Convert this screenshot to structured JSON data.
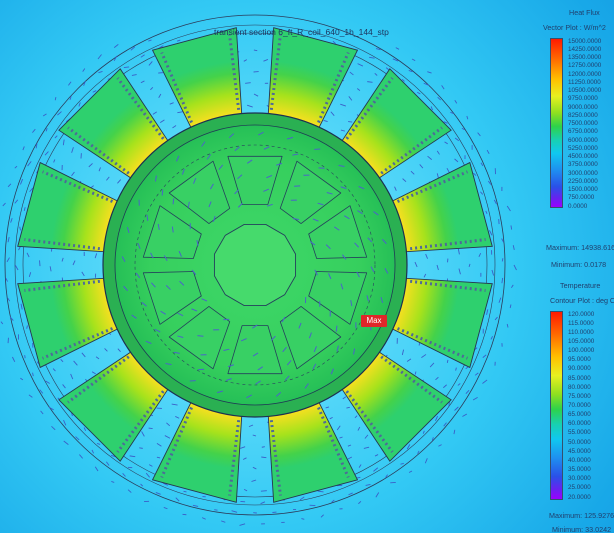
{
  "simulation": {
    "title": "transient section 6_ft_R_coil_640_1h_144_stp",
    "max_marker": "Max"
  },
  "heat_flux_legend": {
    "title": "Heat Flux",
    "subtitle": "Vector Plot : W/m^2",
    "ticks": [
      "15000.0000",
      "14250.0000",
      "13500.0000",
      "12750.0000",
      "12000.0000",
      "11250.0000",
      "10500.0000",
      "9750.0000",
      "9000.0000",
      "8250.0000",
      "7500.0000",
      "6750.0000",
      "6000.0000",
      "5250.0000",
      "4500.0000",
      "3750.0000",
      "3000.0000",
      "2250.0000",
      "1500.0000",
      "750.0000",
      "0.0000"
    ],
    "maximum": "Maximum: 14938.6160",
    "minimum": "Minimum: 0.0178"
  },
  "temperature_legend": {
    "title": "Temperature",
    "subtitle": "Contour Plot : deg C",
    "ticks": [
      "120.0000",
      "115.0000",
      "110.0000",
      "105.0000",
      "100.0000",
      "95.0000",
      "90.0000",
      "85.0000",
      "80.0000",
      "75.0000",
      "70.0000",
      "65.0000",
      "60.0000",
      "55.0000",
      "50.0000",
      "45.0000",
      "40.0000",
      "35.0000",
      "30.0000",
      "25.0000",
      "20.0000"
    ],
    "maximum": "Maximum: 125.9276",
    "minimum": "Minimum: 33.0242"
  },
  "colors": {
    "background": "#2cc3f0",
    "hot": "#ff2a10",
    "warm": "#ffb000",
    "mid": "#9fe020",
    "cool": "#22d06a",
    "arrow": "#3a6fd0"
  }
}
